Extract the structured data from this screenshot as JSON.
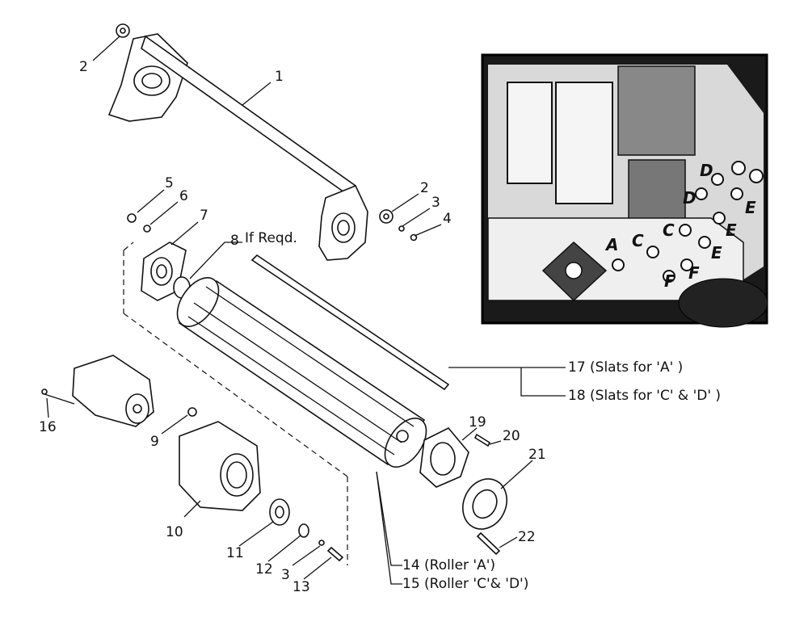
{
  "parts": [
    {
      "id": "p1",
      "text": "1"
    },
    {
      "id": "p2a",
      "text": "2"
    },
    {
      "id": "p2b",
      "text": "2"
    },
    {
      "id": "p3a",
      "text": "3"
    },
    {
      "id": "p4",
      "text": "4"
    },
    {
      "id": "p5",
      "text": "5"
    },
    {
      "id": "p6",
      "text": "6"
    },
    {
      "id": "p7",
      "text": "7"
    },
    {
      "id": "p8",
      "text": "8"
    },
    {
      "id": "p9",
      "text": "9"
    },
    {
      "id": "p10",
      "text": "10"
    },
    {
      "id": "p11",
      "text": "11"
    },
    {
      "id": "p12",
      "text": "12"
    },
    {
      "id": "p3b",
      "text": "3"
    },
    {
      "id": "p13",
      "text": "13"
    },
    {
      "id": "p16",
      "text": "16"
    },
    {
      "id": "p19",
      "text": "19"
    },
    {
      "id": "p20",
      "text": "20"
    },
    {
      "id": "p21",
      "text": "21"
    },
    {
      "id": "p22",
      "text": "22"
    }
  ],
  "notes": {
    "if_reqd": "If Reqd.",
    "p14": "14 (Roller 'A')",
    "p15": "15 (Roller 'C'& 'D')",
    "p17": "17 (Slats for 'A' )",
    "p18": "18 (Slats for 'C' & 'D' )"
  },
  "inset": {
    "labels": [
      {
        "id": "A",
        "text": "A"
      },
      {
        "id": "C1",
        "text": "C"
      },
      {
        "id": "C2",
        "text": "C"
      },
      {
        "id": "D1",
        "text": "D"
      },
      {
        "id": "D2",
        "text": "D"
      },
      {
        "id": "E1",
        "text": "E"
      },
      {
        "id": "E2",
        "text": "E"
      },
      {
        "id": "E3",
        "text": "E"
      },
      {
        "id": "F1",
        "text": "F"
      },
      {
        "id": "F2",
        "text": "F"
      }
    ]
  }
}
